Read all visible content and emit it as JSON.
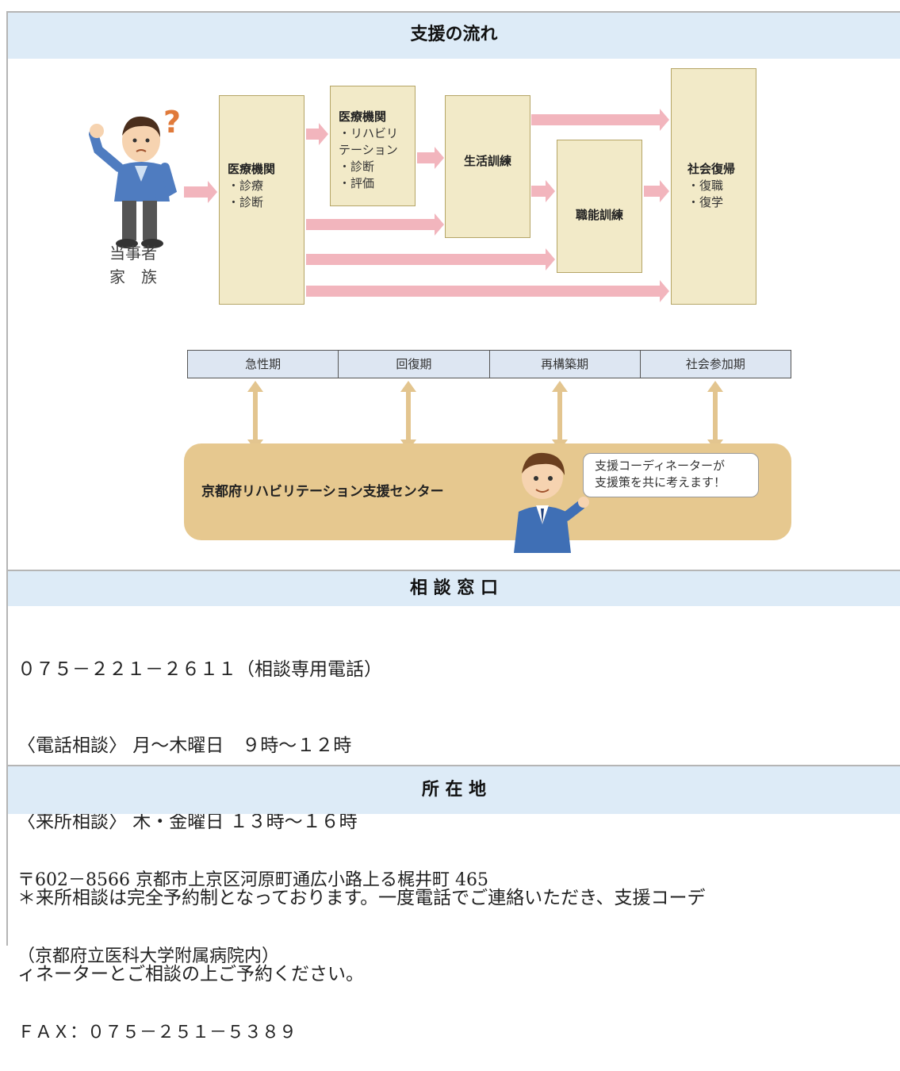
{
  "flow": {
    "title": "支援の流れ",
    "family_line1": "当事者",
    "family_line2": "家　族",
    "box_medical1": {
      "title": "医療機関",
      "items": [
        "・診療",
        "・診断"
      ]
    },
    "box_medical2": {
      "title": "医療機関",
      "items": [
        "・リハビリ",
        "テーション",
        "・診断",
        "・評価"
      ]
    },
    "box_life": "生活訓練",
    "box_vocational": "職能訓練",
    "box_social": {
      "title": "社会復帰",
      "items": [
        "・復職",
        "・復学"
      ]
    },
    "phases": [
      "急性期",
      "回復期",
      "再構築期",
      "社会参加期"
    ],
    "center_name": "京都府リハビリテーション支援センター",
    "bubble_line1": "支援コーディネーターが",
    "bubble_line2": "支援策を共に考えます！"
  },
  "consult": {
    "title": "相 談 窓 口",
    "line1": "０７５－２２１－２６１１（相談専用電話）",
    "line2": "〈電話相談〉 月～木曜日　９時～１２時",
    "line3": "〈来所相談〉 木・金曜日 １３時～１６時",
    "line4": "＊来所相談は完全予約制となっております。一度電話でご連絡いただき、支援コーデ",
    "line5": "ィネーターとご相談の上ご予約ください。"
  },
  "address": {
    "title": "所 在 地",
    "line1": "〒602－8566 京都市上京区河原町通広小路上る梶井町 465",
    "line2": "（京都府立医科大学附属病院内）",
    "line3": "ＦＡＸ：０７５－２５１－５３８９"
  },
  "colors": {
    "header_bg": "#ddebf7",
    "box_fill": "#f2eac8",
    "arrow": "#f2b5bd",
    "center_fill": "#e6c88f",
    "phase_fill": "#dde6f2"
  },
  "icons": [
    "question-person-illustration",
    "presenter-person-illustration"
  ]
}
